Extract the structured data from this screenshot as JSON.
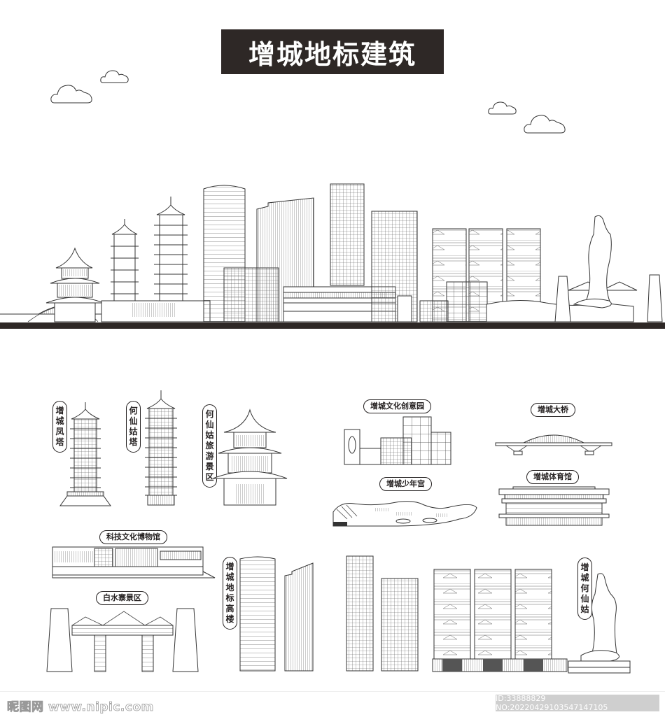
{
  "poster": {
    "title": "增城地标建筑",
    "colors": {
      "dark": "#2e2826",
      "line": "#333333",
      "background": "#ffffff"
    }
  },
  "skyline": {
    "clouds": 4,
    "ground_color": "#2e2826"
  },
  "landmarks": [
    {
      "id": "fengta",
      "label": "增城凤塔",
      "orientation": "vertical"
    },
    {
      "id": "hexiangu_ta",
      "label": "何仙姑塔",
      "orientation": "vertical"
    },
    {
      "id": "hexiangu_scenic",
      "label": "何仙姑旅游景区",
      "orientation": "vertical"
    },
    {
      "id": "culture_park",
      "label": "增城文化创意园",
      "orientation": "horizontal"
    },
    {
      "id": "bridge",
      "label": "增城大桥",
      "orientation": "horizontal"
    },
    {
      "id": "youth_palace",
      "label": "增城少年宫",
      "orientation": "horizontal"
    },
    {
      "id": "stadium",
      "label": "增城体育馆",
      "orientation": "horizontal"
    },
    {
      "id": "museum",
      "label": "科技文化博物馆",
      "orientation": "horizontal"
    },
    {
      "id": "baishuizhai",
      "label": "白水寨景区",
      "orientation": "horizontal"
    },
    {
      "id": "towers",
      "label": "增城地标高楼",
      "orientation": "vertical"
    },
    {
      "id": "statue",
      "label": "增城何仙姑",
      "orientation": "vertical"
    }
  ],
  "footer": {
    "watermark": "昵图网 www.nipic.com",
    "id_text": "ID:33888829 NO:20220429103547147105"
  }
}
